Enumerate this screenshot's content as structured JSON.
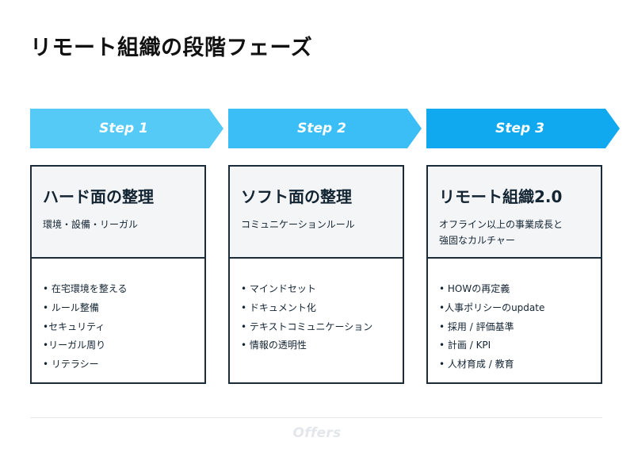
{
  "title": "リモート組織の段階フェーズ",
  "steps": [
    {
      "label": "Step 1",
      "title": "ハード面の整理",
      "subtitle_lines": [
        "環境・設備・リーガル"
      ],
      "items": [
        "• 在宅環境を整える",
        "• ルール整備",
        "•セキュリティ",
        "•リーガル周り",
        "• リテラシー"
      ]
    },
    {
      "label": "Step 2",
      "title": "ソフト面の整理",
      "subtitle_lines": [
        "コミュニケーションルール"
      ],
      "items": [
        "• マインドセット",
        "• ドキュメント化",
        "• テキストコミュニケーション",
        "• 情報の透明性"
      ]
    },
    {
      "label": "Step 3",
      "title": "リモート組織2.0",
      "subtitle_lines": [
        "オフライン以上の事業成長と",
        "強固なカルチャー"
      ],
      "items": [
        "• HOWの再定義",
        "•人事ポリシーのupdate",
        "• 採用 / 評価基準",
        "• 計画 / KPI",
        "• 人材育成 / 教育"
      ]
    }
  ],
  "footer": {
    "logo": "Offers"
  },
  "colors": {
    "step1": "#55caf7",
    "step2": "#3bbdf5",
    "step3": "#10a9f0",
    "border": "#1a2b3a",
    "card_header_bg": "#f4f5f6"
  }
}
